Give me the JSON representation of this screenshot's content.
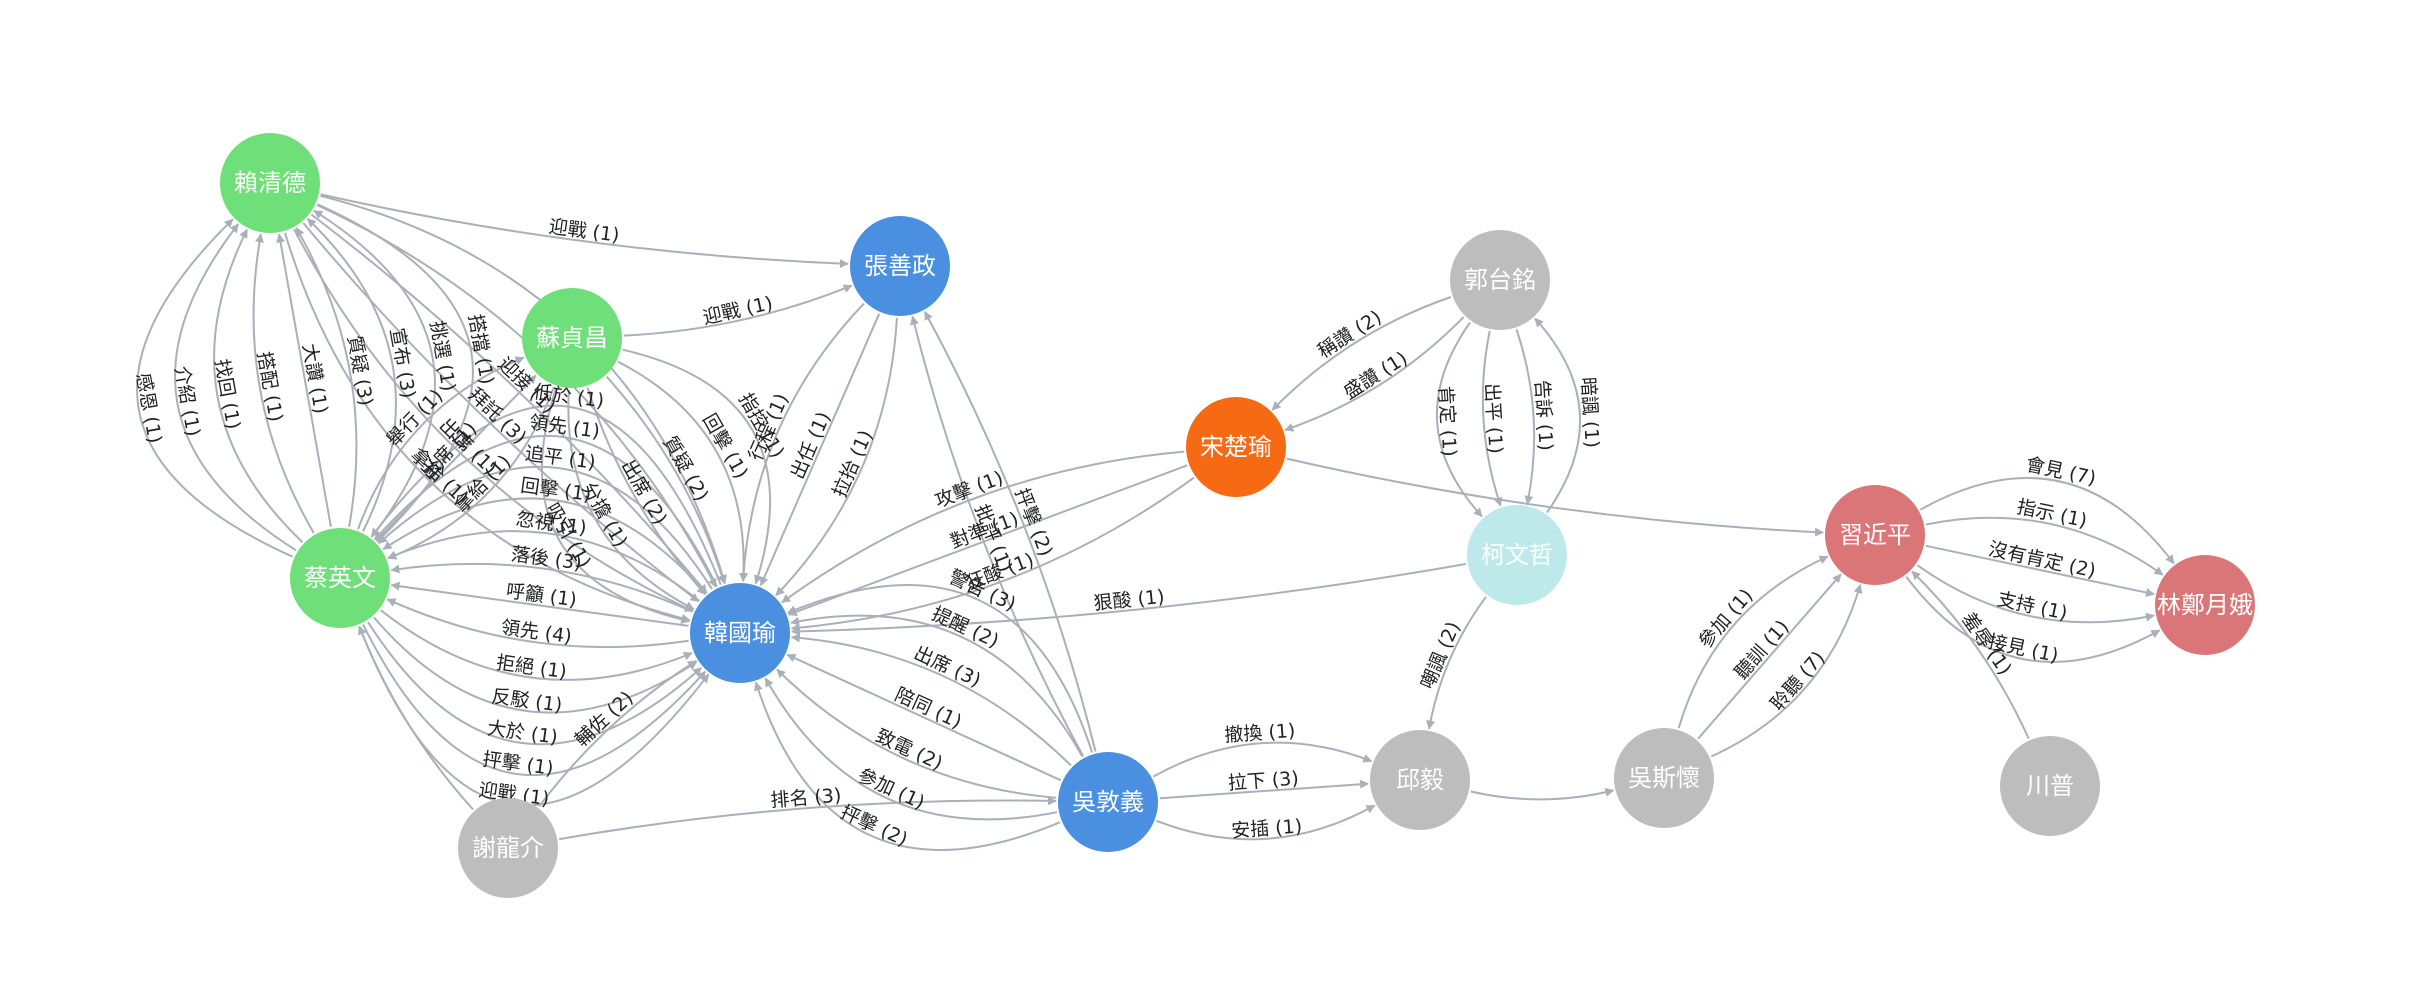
{
  "colors": {
    "green": "#6fdf7a",
    "blue": "#4a8fe0",
    "orange": "#f66a14",
    "gray": "#bdbdbd",
    "cyan": "#bde9ea",
    "red": "#da7678",
    "edge": "#a9b0ba"
  },
  "nodes": [
    {
      "id": "lai",
      "label": "賴清德",
      "color": "green"
    },
    {
      "id": "su",
      "label": "蘇貞昌",
      "color": "green"
    },
    {
      "id": "tsai",
      "label": "蔡英文",
      "color": "green"
    },
    {
      "id": "zhang",
      "label": "張善政",
      "color": "blue"
    },
    {
      "id": "han",
      "label": "韓國瑜",
      "color": "blue"
    },
    {
      "id": "wu",
      "label": "吳敦義",
      "color": "blue"
    },
    {
      "id": "soong",
      "label": "宋楚瑜",
      "color": "orange"
    },
    {
      "id": "gou",
      "label": "郭台銘",
      "color": "gray"
    },
    {
      "id": "ko",
      "label": "柯文哲",
      "color": "cyan"
    },
    {
      "id": "xie",
      "label": "謝龍介",
      "color": "gray"
    },
    {
      "id": "qiu",
      "label": "邱毅",
      "color": "gray"
    },
    {
      "id": "wush",
      "label": "吳斯懷",
      "color": "gray"
    },
    {
      "id": "xi",
      "label": "習近平",
      "color": "red"
    },
    {
      "id": "lam",
      "label": "林鄭月娥",
      "color": "red"
    },
    {
      "id": "trump",
      "label": "川普",
      "color": "gray"
    }
  ],
  "edges": [
    {
      "source": "lai",
      "target": "zhang",
      "label": "迎戰 (1)"
    },
    {
      "source": "lai",
      "target": "han",
      "label": "拿給 (1)"
    },
    {
      "source": "lai",
      "target": "han",
      "label": "出席 (1)"
    },
    {
      "source": "lai",
      "target": "han",
      "label": "拜託 (3)"
    },
    {
      "source": "lai",
      "target": "han",
      "label": "迎接 (1)"
    },
    {
      "source": "lai",
      "target": "han",
      "label": "指控 (2)"
    },
    {
      "source": "lai",
      "target": "han",
      "label": "擔任 (4)"
    },
    {
      "source": "lai",
      "target": "tsai",
      "label": "搭擋 (1)"
    },
    {
      "source": "tsai",
      "target": "lai",
      "label": "挑選 (1)"
    },
    {
      "source": "tsai",
      "target": "lai",
      "label": "宣布 (3)"
    },
    {
      "source": "tsai",
      "target": "lai",
      "label": "質疑 (3)"
    },
    {
      "source": "tsai",
      "target": "lai",
      "label": "大讚 (1)"
    },
    {
      "source": "tsai",
      "target": "lai",
      "label": "搭配 (1)"
    },
    {
      "source": "tsai",
      "target": "lai",
      "label": "找回 (1)"
    },
    {
      "source": "tsai",
      "target": "lai",
      "label": "介紹 (1)"
    },
    {
      "source": "su",
      "target": "zhang",
      "label": "迎戰 (1)"
    },
    {
      "source": "su",
      "target": "han",
      "label": "吸引 (1)"
    },
    {
      "source": "su",
      "target": "han",
      "label": "分擔 (1)"
    },
    {
      "source": "su",
      "target": "han",
      "label": "出席 (2)"
    },
    {
      "source": "su",
      "target": "han",
      "label": "質疑 (2)"
    },
    {
      "source": "su",
      "target": "han",
      "label": "回擊 (1)"
    },
    {
      "source": "su",
      "target": "han",
      "label": "指控 (1)"
    },
    {
      "source": "su",
      "target": "tsai",
      "label": "拿給 (1)"
    },
    {
      "source": "tsai",
      "target": "su",
      "label": "出席 (1)"
    },
    {
      "source": "tsai",
      "target": "su",
      "label": "舉行 (1)"
    },
    {
      "source": "tsai",
      "target": "han",
      "label": "迎戰 (1)"
    },
    {
      "source": "tsai",
      "target": "han",
      "label": "抨擊 (1)"
    },
    {
      "source": "tsai",
      "target": "han",
      "label": "大於 (1)"
    },
    {
      "source": "tsai",
      "target": "han",
      "label": "反駁 (1)"
    },
    {
      "source": "tsai",
      "target": "han",
      "label": "拒絕 (1)"
    },
    {
      "source": "han",
      "target": "tsai",
      "label": "領先 (4)"
    },
    {
      "source": "han",
      "target": "tsai",
      "label": "呼籲 (1)"
    },
    {
      "source": "han",
      "target": "tsai",
      "label": "落後 (3)"
    },
    {
      "source": "han",
      "target": "tsai",
      "label": "忽視 (1)"
    },
    {
      "source": "han",
      "target": "tsai",
      "label": "回擊 (1)"
    },
    {
      "source": "han",
      "target": "tsai",
      "label": "追平 (1)"
    },
    {
      "source": "han",
      "target": "tsai",
      "label": "領先 (1)"
    },
    {
      "source": "han",
      "target": "tsai",
      "label": "低於 (1)"
    },
    {
      "source": "xie",
      "target": "tsai",
      "label": ""
    },
    {
      "source": "xie",
      "target": "han",
      "label": "輔佐 (2)"
    },
    {
      "source": "xie",
      "target": "wu",
      "label": "排名 (3)"
    },
    {
      "source": "tsai",
      "target": "lai",
      "label": "感恩 (1)"
    },
    {
      "source": "zhang",
      "target": "han",
      "label": "行程 (1)"
    },
    {
      "source": "zhang",
      "target": "han",
      "label": "出任 (1)"
    },
    {
      "source": "zhang",
      "target": "han",
      "label": "拉抬 (1)"
    },
    {
      "source": "wu",
      "target": "zhang",
      "label": "批評 (1)"
    },
    {
      "source": "wu",
      "target": "zhang",
      "label": "抨擊 (2)"
    },
    {
      "source": "soong",
      "target": "han",
      "label": "攻擊 (1)"
    },
    {
      "source": "soong",
      "target": "han",
      "label": "對準 (1)"
    },
    {
      "source": "soong",
      "target": "han",
      "label": "狂酸 (1)"
    },
    {
      "source": "ko",
      "target": "han",
      "label": "狠酸 (1)"
    },
    {
      "source": "gou",
      "target": "soong",
      "label": "盛讚 (1)"
    },
    {
      "source": "gou",
      "target": "soong",
      "label": "稱讚 (2)"
    },
    {
      "source": "ko",
      "target": "gou",
      "label": "暗諷 (1)"
    },
    {
      "source": "gou",
      "target": "ko",
      "label": "告訴 (1)"
    },
    {
      "source": "gou",
      "target": "ko",
      "label": "出平 (1)"
    },
    {
      "source": "gou",
      "target": "ko",
      "label": "肯定 (1)"
    },
    {
      "source": "soong",
      "target": "xi",
      "label": ""
    },
    {
      "source": "ko",
      "target": "qiu",
      "label": "嘲諷 (2)"
    },
    {
      "source": "wu",
      "target": "han",
      "label": "警告 (3)"
    },
    {
      "source": "wu",
      "target": "han",
      "label": "提醒 (2)"
    },
    {
      "source": "wu",
      "target": "han",
      "label": "出席 (3)"
    },
    {
      "source": "wu",
      "target": "han",
      "label": "陪同 (1)"
    },
    {
      "source": "wu",
      "target": "han",
      "label": "致電 (2)"
    },
    {
      "source": "wu",
      "target": "han",
      "label": "參加 (1)"
    },
    {
      "source": "wu",
      "target": "han",
      "label": "抨擊 (2)"
    },
    {
      "source": "wu",
      "target": "qiu",
      "label": "安插 (1)"
    },
    {
      "source": "wu",
      "target": "qiu",
      "label": "拉下 (3)"
    },
    {
      "source": "wu",
      "target": "qiu",
      "label": "撤換 (1)"
    },
    {
      "source": "qiu",
      "target": "wush",
      "label": ""
    },
    {
      "source": "wush",
      "target": "xi",
      "label": "參加 (1)"
    },
    {
      "source": "wush",
      "target": "xi",
      "label": "聽訓 (1)"
    },
    {
      "source": "wush",
      "target": "xi",
      "label": "聆聽 (7)"
    },
    {
      "source": "xi",
      "target": "lam",
      "label": "接見 (1)"
    },
    {
      "source": "xi",
      "target": "lam",
      "label": "支持 (1)"
    },
    {
      "source": "xi",
      "target": "lam",
      "label": "沒有肯定 (2)"
    },
    {
      "source": "xi",
      "target": "lam",
      "label": "指示 (1)"
    },
    {
      "source": "xi",
      "target": "lam",
      "label": "會見 (7)"
    },
    {
      "source": "trump",
      "target": "xi",
      "label": "羞辱 (1)"
    }
  ]
}
